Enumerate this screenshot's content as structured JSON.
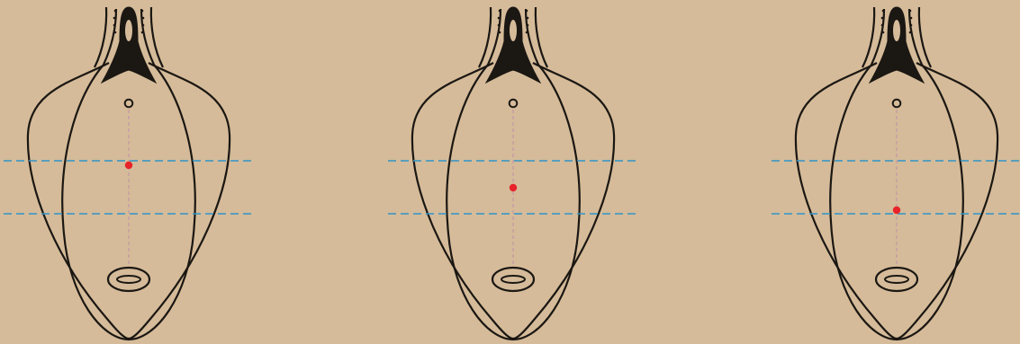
{
  "colors": {
    "background": "#d5bb99",
    "outline": "#1b1713",
    "reference_line": "#2f95c9",
    "midline": "#c59aa3",
    "marker": "#e8232a"
  },
  "panels": [
    {
      "id": "panel-1",
      "marker_level": "upper-line"
    },
    {
      "id": "panel-2",
      "marker_level": "between-lines"
    },
    {
      "id": "panel-3",
      "marker_level": "lower-line"
    }
  ]
}
